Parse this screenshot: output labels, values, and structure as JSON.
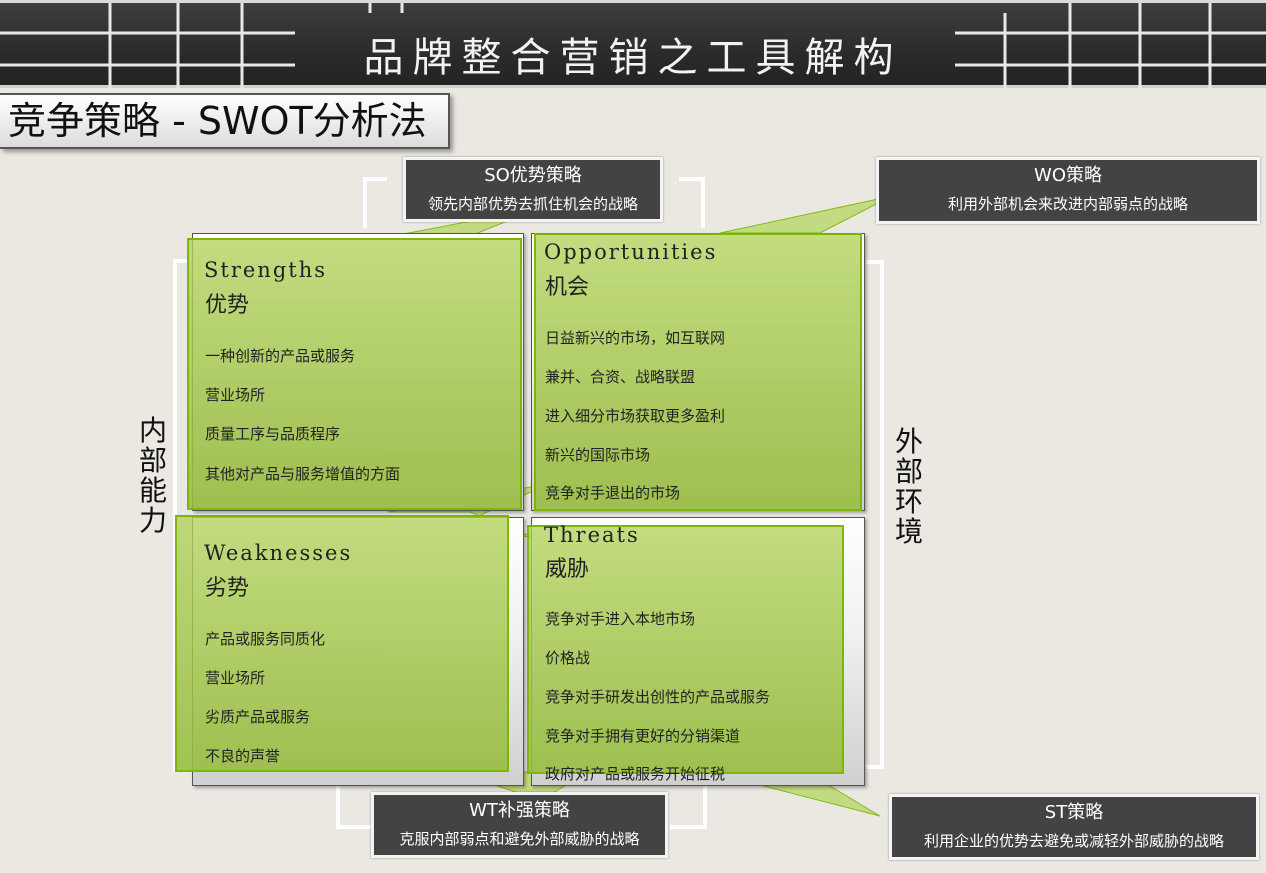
{
  "header": {
    "title": "品牌整合营销之工具解构"
  },
  "section_title": "竞争策略 - SWOT分析法",
  "side_labels": {
    "left": "内部能力",
    "right": "外部环境"
  },
  "quadrants": {
    "strengths": {
      "en": "Strengths",
      "cn": "优势",
      "items": [
        "一种创新的产品或服务",
        "营业场所",
        "质量工序与品质程序",
        "其他对产品与服务增值的方面"
      ]
    },
    "opportunities": {
      "en": "Opportunities",
      "cn": "机会",
      "items": [
        "日益新兴的市场，如互联网",
        "兼并、合资、战略联盟",
        "进入细分市场获取更多盈利",
        "新兴的国际市场",
        "竞争对手退出的市场"
      ]
    },
    "weaknesses": {
      "en": "Weaknesses",
      "cn": "劣势",
      "items": [
        "产品或服务同质化",
        "营业场所",
        "劣质产品或服务",
        "不良的声誉"
      ]
    },
    "threats": {
      "en": "Threats",
      "cn": "威胁",
      "items": [
        "竞争对手进入本地市场",
        "价格战",
        "竞争对手研发出创性的产品或服务",
        "竞争对手拥有更好的分销渠道",
        "政府对产品或服务开始征税"
      ]
    }
  },
  "strategies": {
    "so": {
      "title": "SO优势策略",
      "desc": "领先内部优势去抓住机会的战略"
    },
    "wo": {
      "title": "WO策略",
      "desc": "利用外部机会来改进内部弱点的战略"
    },
    "wt": {
      "title": "WT补强策略",
      "desc": "克服内部弱点和避免外部威胁的战略"
    },
    "st": {
      "title": "ST策略",
      "desc": "利用企业的优势去避免或减轻外部威胁的战略"
    }
  },
  "colors": {
    "header_bg": "#2b2b2b",
    "strategy_bg": "#434343",
    "quadrant_green": "#a6c84a",
    "accent_green": "#8cc000"
  }
}
